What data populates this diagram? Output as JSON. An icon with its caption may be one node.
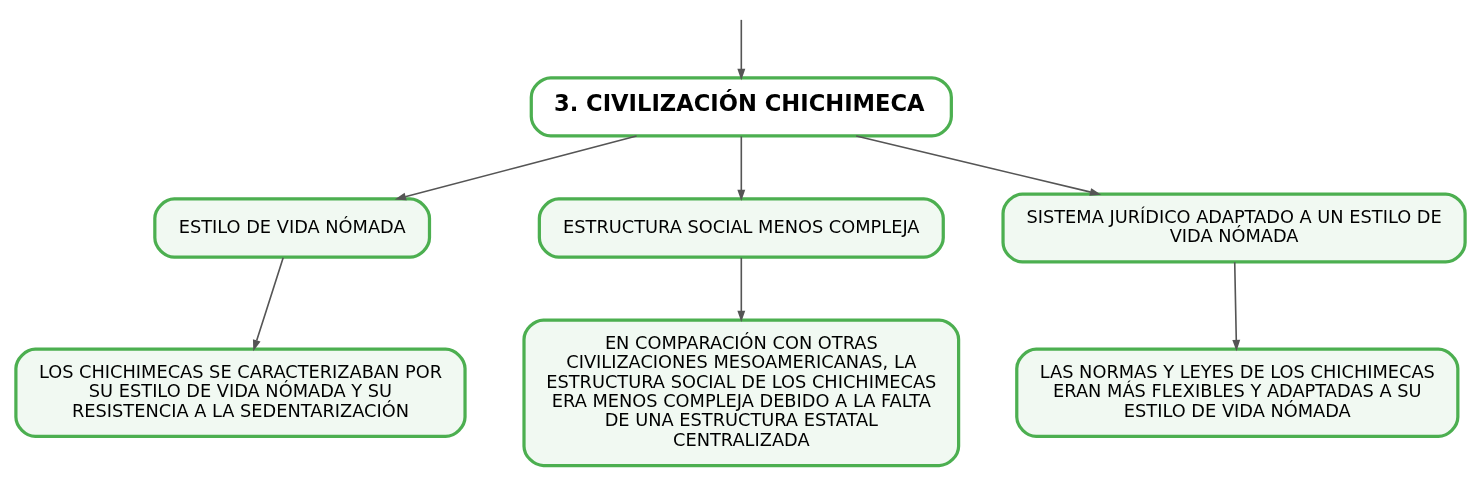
{
  "diagram": {
    "nodes": [
      {
        "text": [
          "3. CIVILIZACIÓN CHICHIMECA"
        ]
      },
      {
        "text": [
          "ESTILO DE VIDA NÓMADA"
        ]
      },
      {
        "text": [
          "ESTRUCTURA SOCIAL MENOS COMPLEJA"
        ]
      },
      {
        "text": [
          "SISTEMA JURÍDICO ADAPTADO A UN ESTILO DE VIDA NÓMADA"
        ]
      },
      {
        "text": [
          "LOS CHICHIMECAS SE CARACTERIZABAN POR SU ESTILO DE VIDA NÓMADA Y SU RESISTENCIA A LA SEDENTARIZACIÓN"
        ]
      },
      {
        "text": [
          "EN COMPARACIÓN CON OTRAS CIVILIZACIONES MESOAMERICANAS, LA ESTRUCTURA SOCIAL DE LOS CHICHIMECAS ERA MENOS COMPLEJA DEBIDO A LA FALTA DE UNA ESTRUCTURA ESTATAL CENTRALIZADA"
        ]
      },
      {
        "text": [
          "LAS NORMAS Y LEYES DE LOS CHICHIMECAS ERAN MÁS FLEXIBLES Y ADAPTADAS A SU ESTILO DE VIDA NÓMADA"
        ]
      }
    ],
    "edges": [
      {
        "from": null,
        "to": 0,
        "arrow": "to"
      },
      {
        "from": 0,
        "to": 1,
        "arrow": "to"
      },
      {
        "from": 0,
        "to": 2,
        "arrow": "to"
      },
      {
        "from": 0,
        "to": 3,
        "arrow": "to"
      },
      {
        "from": 1,
        "to": 4,
        "arrow": "to"
      },
      {
        "from": 2,
        "to": 5,
        "arrow": "to"
      },
      {
        "from": 3,
        "to": 6,
        "arrow": "to"
      }
    ]
  }
}
